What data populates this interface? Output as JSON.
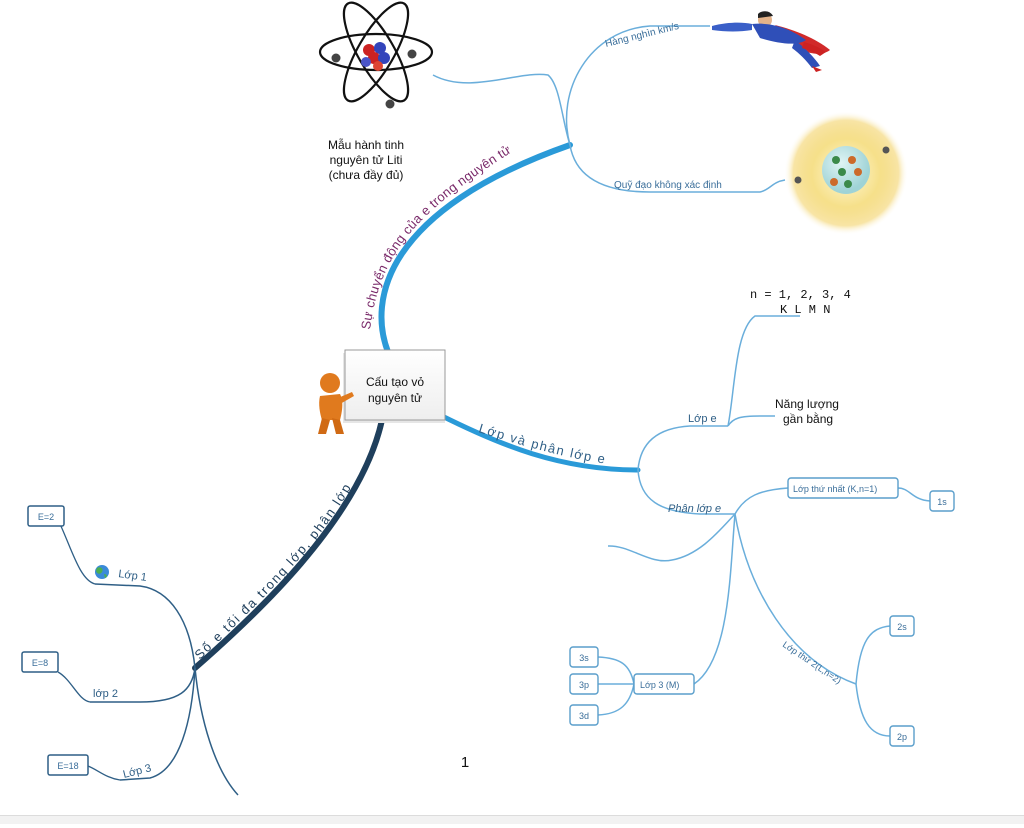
{
  "central": {
    "line1": "Cấu tạo vỏ",
    "line2": "nguyên tử"
  },
  "colors": {
    "branch_light": "#2a9ad8",
    "branch_dark": "#1f3f5c",
    "purple_text": "#7a2a6a",
    "line": "#6aaedb",
    "text": "#2f5f86"
  },
  "motion": {
    "label": "Sự chuyển động của e trong nguyên tử",
    "speed": "Hàng nghìn km/s",
    "orbit": "Quỹ đạo không xác định",
    "model_caption": [
      "Mẫu hành tinh",
      "nguyên tử Liti",
      "(chưa đầy đủ)"
    ],
    "icons": [
      "atom-model-icon",
      "superhero-flying-icon",
      "electron-cloud-icon"
    ]
  },
  "layers": {
    "label": "Lớp và phân lớp e",
    "lop_e": "Lớp e",
    "n_values": "n = 1, 2,  3, 4",
    "n_letters": "K  L   M  N",
    "energy": [
      "Năng lượng",
      "gần bằng"
    ],
    "phan_lop": "Phân lớp e",
    "layer1": "Lớp thứ nhất (K,n=1)",
    "layer1_sub": "1s",
    "layer2": "Lớp thứ 2(L,n=2)",
    "layer2_subs": [
      "2s",
      "2p"
    ],
    "layer3": "Lớp 3 (M)",
    "layer3_subs": [
      "3s",
      "3p",
      "3d"
    ]
  },
  "max_electrons": {
    "label": "Số e tối đa trong lớp, phân lớp",
    "items": [
      {
        "name": "Lớp 1",
        "value": "E=2"
      },
      {
        "name": "lớp 2",
        "value": "E=8"
      },
      {
        "name": "Lớp 3",
        "value": "E=18"
      }
    ]
  },
  "page_number": "1"
}
